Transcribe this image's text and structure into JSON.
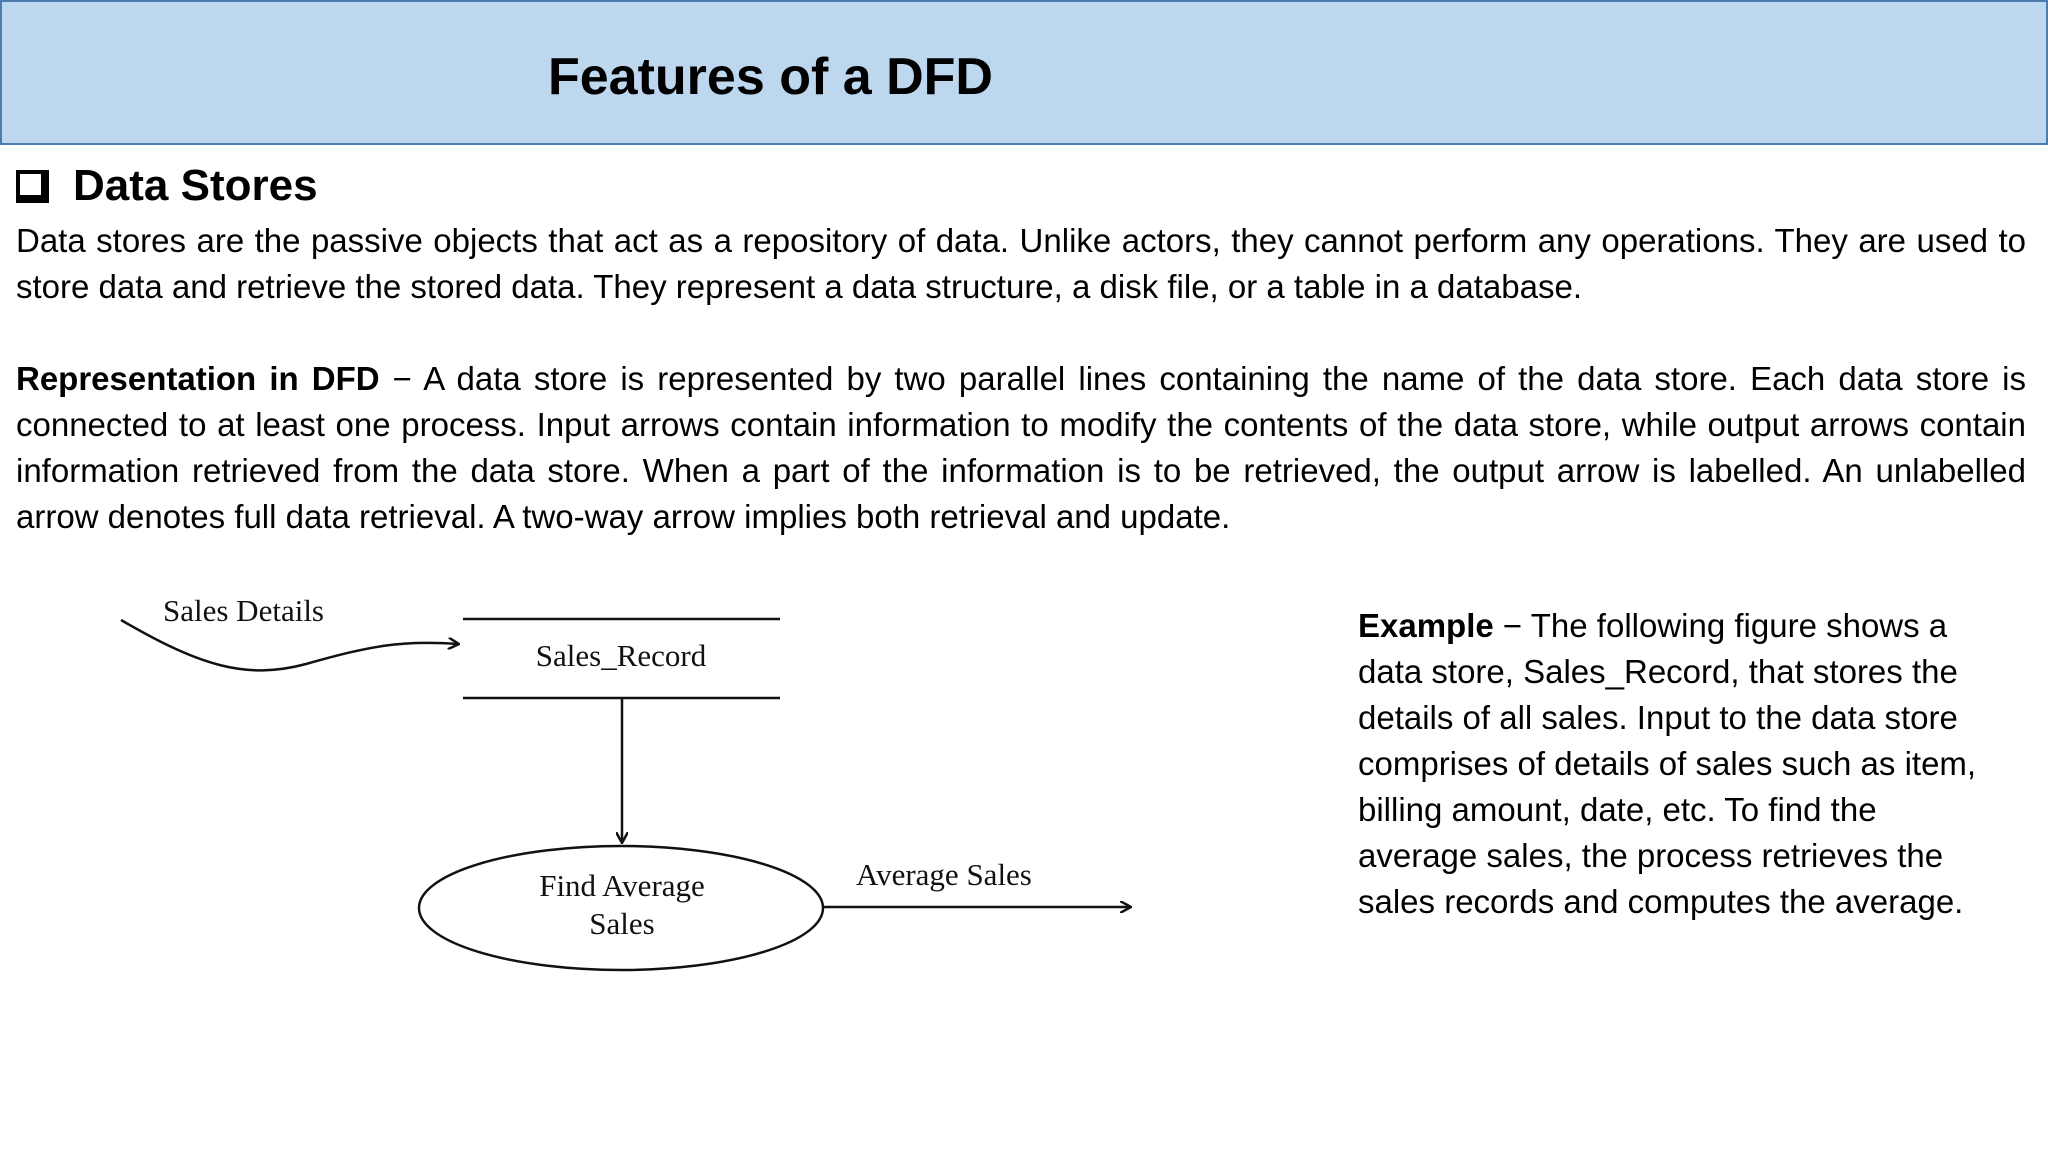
{
  "title": "Features of a DFD",
  "section": {
    "heading": "Data Stores",
    "paragraph1": "Data stores are the passive objects that act as a repository of data. Unlike actors, they cannot perform any operations. They are used to store data and retrieve the stored data. They represent a data structure, a disk file, or a table in a database.",
    "paragraph2": {
      "bold_lead": "Representation in DFD",
      "text": " − A data store is represented by two parallel lines containing the name of the data store. Each data store is connected to at least one process. Input arrows contain information to modify the contents of the data store, while output arrows contain information retrieved from the data store. When a part of the information is to be retrieved, the output arrow is labelled. An unlabelled arrow denotes full data retrieval. A two-way arrow implies both retrieval and update."
    }
  },
  "diagram": {
    "input_flow_label": "Sales Details",
    "data_store_label": "Sales_Record",
    "process_label_line1": "Find Average",
    "process_label_line2": "Sales",
    "output_flow_label": "Average Sales"
  },
  "example": {
    "bold_lead": "Example",
    "text": " − The following figure shows a data store, Sales_Record, that stores the details of all sales. Input to the data store comprises of details of sales such as item, billing amount, date, etc. To find the average sales, the process retrieves the sales records and computes the average."
  },
  "colors": {
    "title_bar_background": "#bdd7ee",
    "title_bar_border": "#4f7bb3"
  }
}
